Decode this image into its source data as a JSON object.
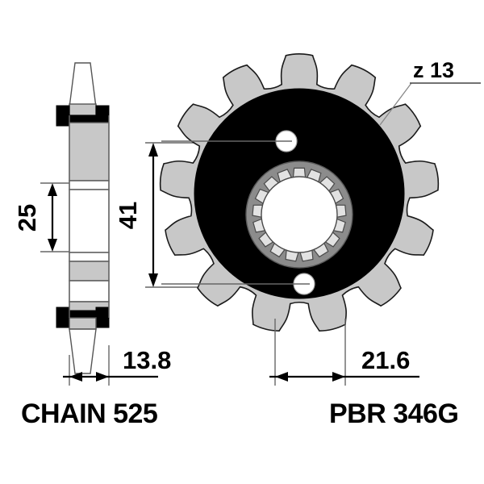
{
  "drawing": {
    "type": "technical-drawing",
    "subject": "motorcycle front sprocket",
    "views": {
      "left": "side cross-section profile",
      "right": "front face view"
    }
  },
  "labels": {
    "tooth_count": "z 13",
    "chain": "CHAIN 525",
    "part_number": "PBR 346G"
  },
  "dimensions": {
    "bore_width": "25",
    "overall_height": "41",
    "profile_thickness": "13.8",
    "tooth_pitch_width": "21.6"
  },
  "colors": {
    "body_gray": "#c8c8c8",
    "body_black": "#000000",
    "ring_mid": "#8c8c8c",
    "background": "#ffffff",
    "line": "#000000"
  },
  "geometry": {
    "teeth": 13,
    "splines": 17,
    "bolt_holes": 2
  }
}
